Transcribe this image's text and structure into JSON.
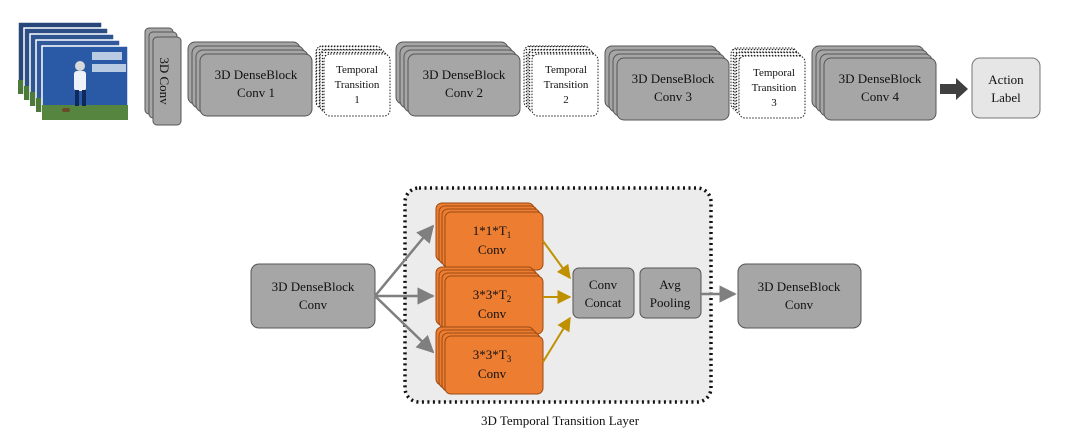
{
  "top_row": {
    "conv3d": "3D Conv",
    "denseblocks": [
      {
        "line1": "3D DenseBlock",
        "line2": "Conv 1"
      },
      {
        "line1": "3D DenseBlock",
        "line2": "Conv 2"
      },
      {
        "line1": "3D DenseBlock",
        "line2": "Conv 3"
      },
      {
        "line1": "3D DenseBlock",
        "line2": "Conv 4"
      }
    ],
    "transitions": [
      {
        "line1": "Temporal",
        "line2": "Transition",
        "line3": "1"
      },
      {
        "line1": "Temporal",
        "line2": "Transition",
        "line3": "2"
      },
      {
        "line1": "Temporal",
        "line2": "Transition",
        "line3": "3"
      }
    ],
    "action": {
      "line1": "Action",
      "line2": "Label"
    }
  },
  "detail": {
    "input": {
      "line1": "3D DenseBlock",
      "line2": "Conv"
    },
    "output": {
      "line1": "3D DenseBlock",
      "line2": "Conv"
    },
    "branches": [
      {
        "kernel": "1*1*T",
        "sub": "1",
        "label": "Conv"
      },
      {
        "kernel": "3*3*T",
        "sub": "2",
        "label": "Conv"
      },
      {
        "kernel": "3*3*T",
        "sub": "3",
        "label": "Conv"
      }
    ],
    "concat": {
      "line1": "Conv",
      "line2": "Concat"
    },
    "pool": {
      "line1": "Avg",
      "line2": "Pooling"
    },
    "caption": "3D Temporal Transition Layer"
  },
  "colors": {
    "block": "#a6a6a6",
    "block_stroke": "#555555",
    "action": "#e6e6e6",
    "branch": "#ed7d31",
    "branch_stroke": "#9c4a12",
    "branch_arrow": "#bf9000",
    "gray_arrow": "#7f7f7f",
    "panel": "#ececec"
  }
}
